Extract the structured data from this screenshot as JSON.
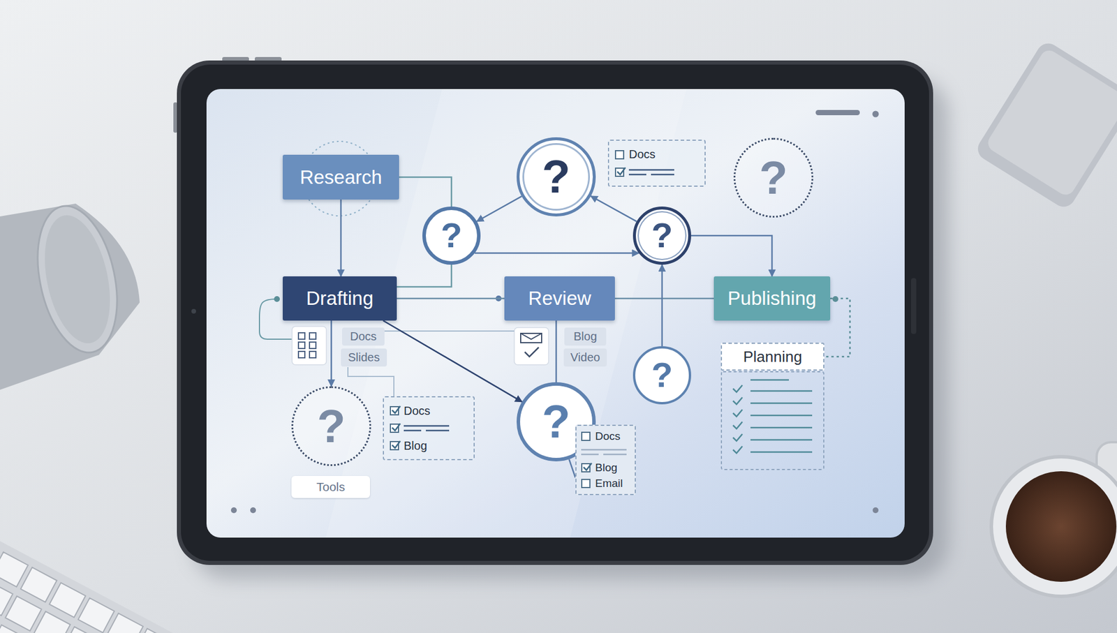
{
  "diagram": {
    "nodes": [
      {
        "text": [
          "Research"
        ]
      },
      {
        "text": [
          "?"
        ]
      },
      {
        "text": [
          "Docs"
        ]
      },
      {
        "text": [
          "?"
        ]
      },
      {
        "text": [
          "?"
        ]
      },
      {
        "text": [
          "?"
        ]
      },
      {
        "text": [
          "Drafting"
        ]
      },
      {
        "text": [
          "Review"
        ]
      },
      {
        "text": [
          "Publishing"
        ]
      },
      {
        "text": [
          "Docs"
        ]
      },
      {
        "text": [
          "Slides"
        ]
      },
      {
        "text": [
          "Blog"
        ]
      },
      {
        "text": [
          "Video"
        ]
      },
      {
        "text": [
          "Planning"
        ]
      },
      {
        "text": [
          "?"
        ]
      },
      {
        "text": [
          "Docs",
          "Blog"
        ]
      },
      {
        "text": [
          "?"
        ]
      },
      {
        "text": [
          "?"
        ]
      },
      {
        "text": [
          "Docs",
          "Blog",
          "Email"
        ]
      },
      {
        "text": [
          "Tools"
        ]
      }
    ],
    "edges": [
      {
        "from": 0,
        "to": 4,
        "arrow": "none"
      },
      {
        "from": 0,
        "to": 6,
        "arrow": "to"
      },
      {
        "from": 1,
        "to": 4,
        "arrow": "to"
      },
      {
        "from": 5,
        "to": 1,
        "arrow": "to"
      },
      {
        "from": 4,
        "to": 5,
        "arrow": "to"
      },
      {
        "from": 4,
        "to": 6,
        "arrow": "none"
      },
      {
        "from": 5,
        "to": 8,
        "arrow": "to"
      },
      {
        "from": 6,
        "to": 7,
        "arrow": "none"
      },
      {
        "from": 7,
        "to": 8,
        "arrow": "none"
      },
      {
        "from": 14,
        "to": 5,
        "arrow": "to"
      },
      {
        "from": 6,
        "to": 16,
        "arrow": "to"
      },
      {
        "from": 6,
        "to": 17,
        "arrow": "to"
      },
      {
        "from": 7,
        "to": 17,
        "arrow": "none"
      },
      {
        "from": 8,
        "to": 13,
        "arrow": "none"
      },
      {
        "from": 17,
        "to": 18,
        "arrow": "none"
      }
    ]
  }
}
